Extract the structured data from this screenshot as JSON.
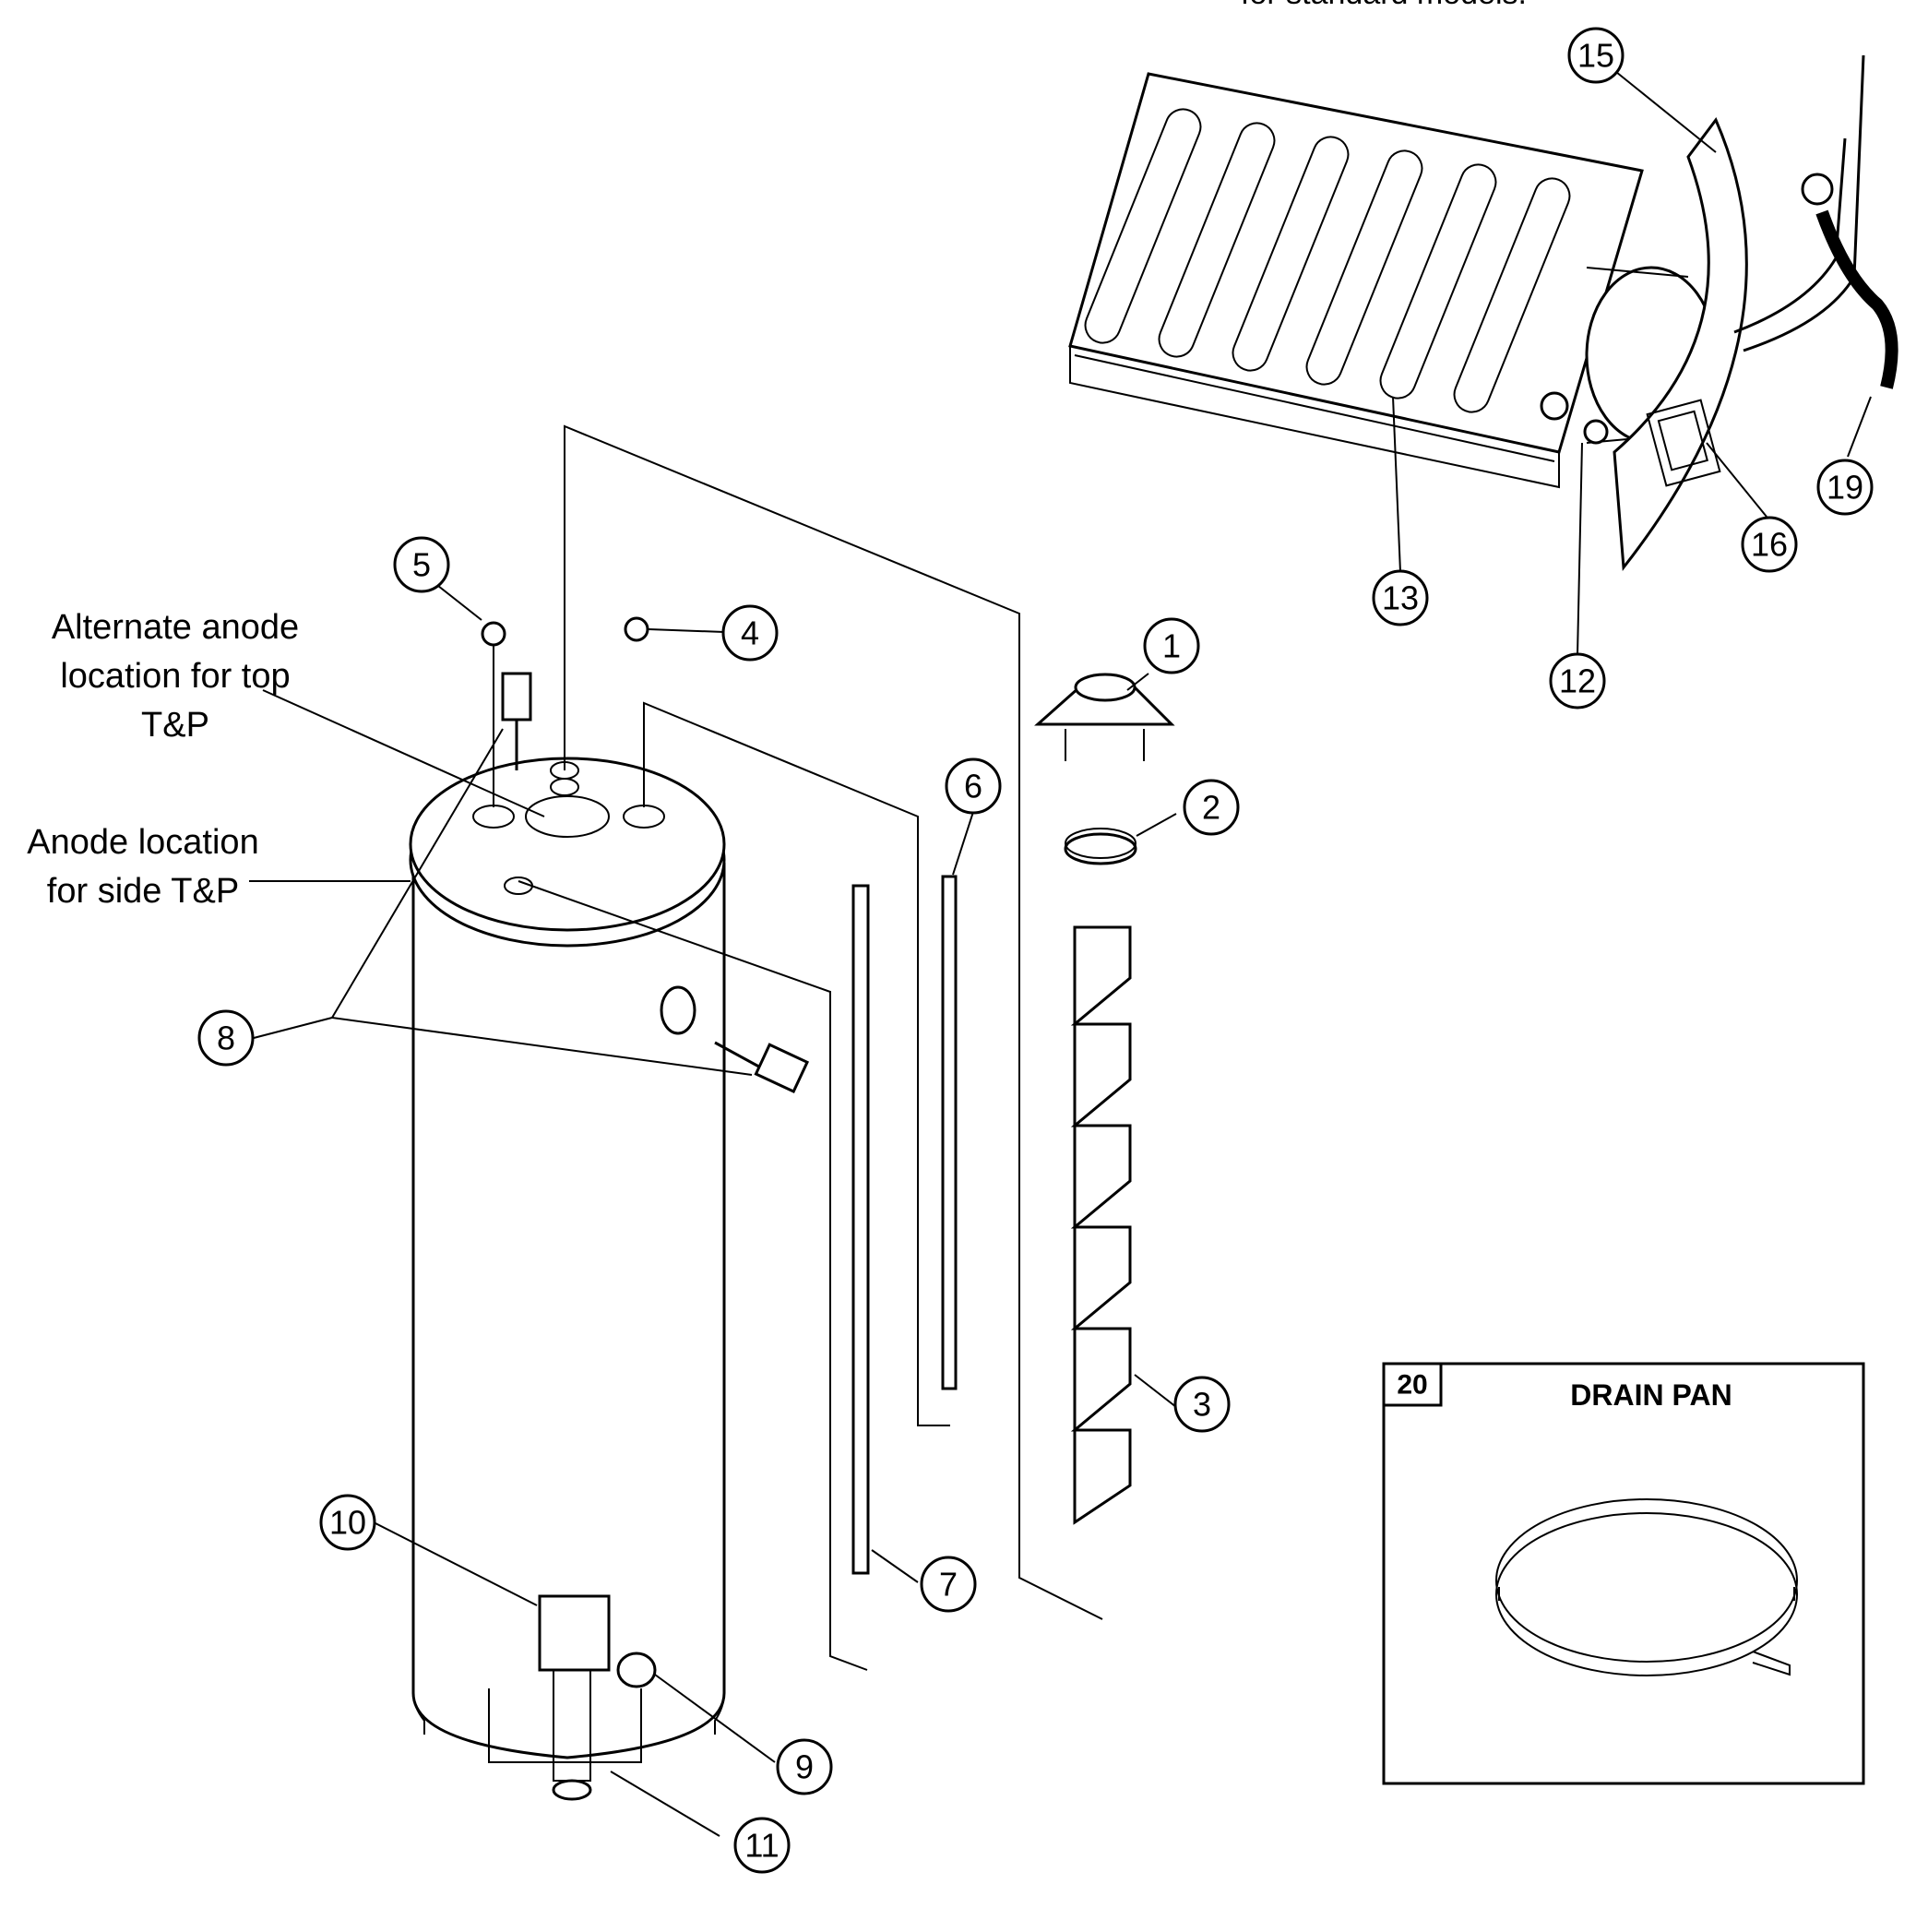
{
  "header_note": "for standard models.",
  "labels": {
    "alternate_anode": [
      "Alternate anode",
      "location for top",
      "T&P"
    ],
    "anode_side": [
      "Anode location",
      "for side T&P"
    ]
  },
  "callouts": [
    "1",
    "2",
    "3",
    "4",
    "5",
    "6",
    "7",
    "8",
    "9",
    "10",
    "11",
    "12",
    "13",
    "15",
    "16",
    "19"
  ],
  "drain_pan_box": {
    "number": "20",
    "title": "DRAIN PAN"
  }
}
